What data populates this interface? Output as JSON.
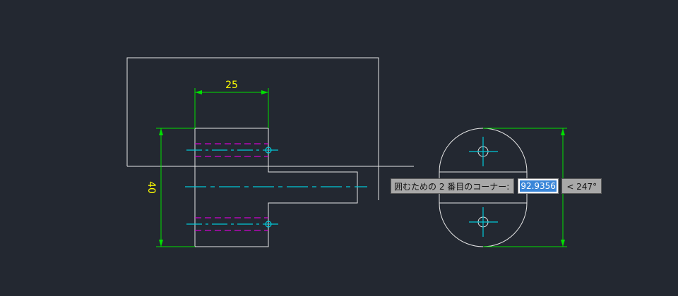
{
  "drawing": {
    "dimension_width": "25",
    "dimension_height": "40"
  },
  "dynamic_input": {
    "prompt": "囲むための 2 番目のコーナー:",
    "value": "92.9356",
    "angle": "< 247°"
  },
  "colors": {
    "background": "#232831",
    "geometry": "#e6e6e6",
    "dimension": "#00e000",
    "dimension_text": "#ffff00",
    "centerline": "#00c8d8",
    "hidden": "#d000d0"
  }
}
